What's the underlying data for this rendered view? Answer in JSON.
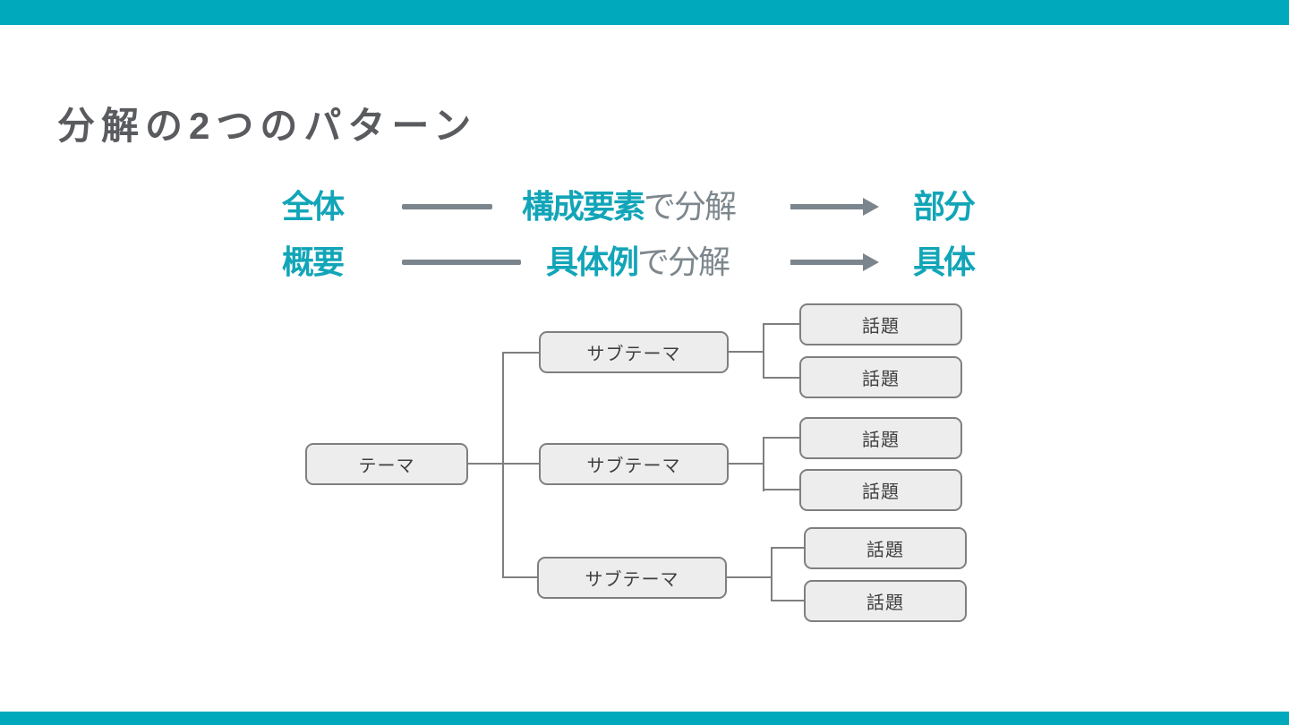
{
  "slide": {
    "title": "分解の2つのパターン",
    "colors": {
      "accent_bar": "#00a9bc",
      "accent_text": "#12a5b8",
      "arrow_gray": "#7b858d",
      "suffix_gray": "#7d878d",
      "title_gray": "#595b5e",
      "node_border": "#7f7f7f",
      "node_fill": "#ededed",
      "node_text": "#3f3f3f"
    }
  },
  "patterns": [
    {
      "source": "全体",
      "method": "構成要素",
      "method_suffix": "で分解",
      "result": "部分"
    },
    {
      "source": "概要",
      "method": "具体例",
      "method_suffix": "で分解",
      "result": "具体"
    }
  ],
  "tree": {
    "root_label": "テーマ",
    "groups": [
      {
        "label": "サブテーマ",
        "topics": [
          "話題",
          "話題"
        ]
      },
      {
        "label": "サブテーマ",
        "topics": [
          "話題",
          "話題"
        ]
      },
      {
        "label": "サブテーマ",
        "topics": [
          "話題",
          "話題"
        ]
      }
    ]
  }
}
